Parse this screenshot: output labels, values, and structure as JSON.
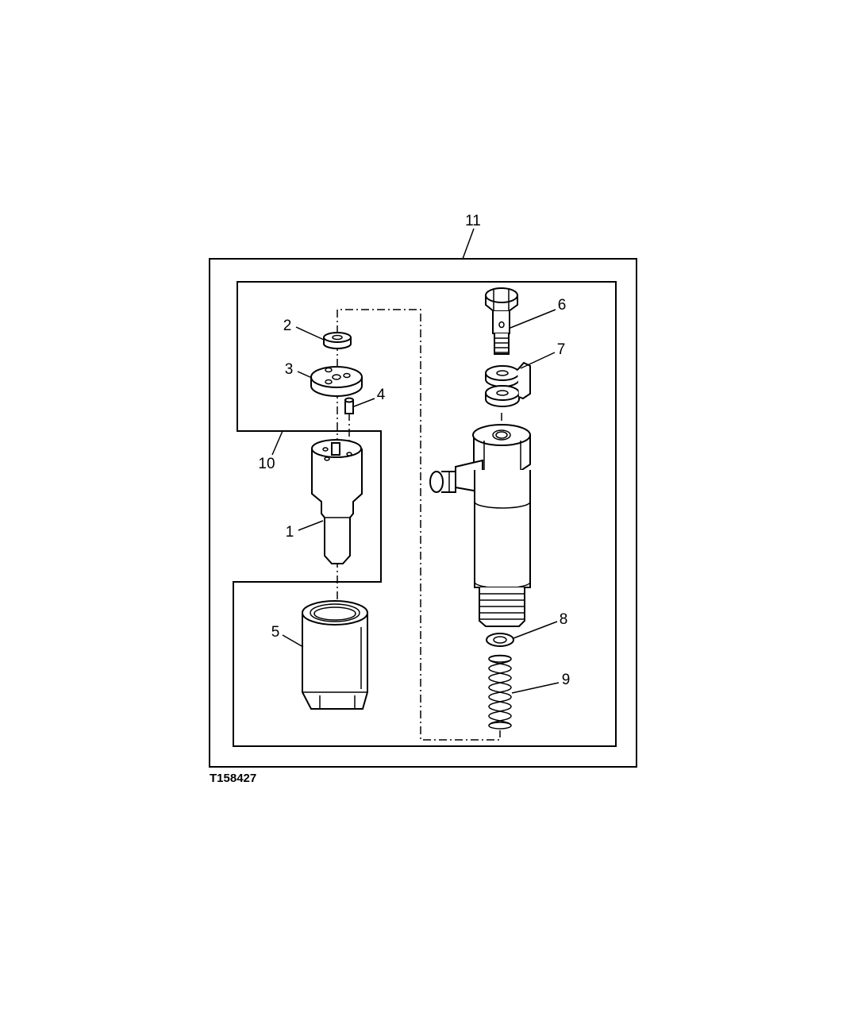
{
  "figure_id": "T158427",
  "callouts": {
    "c1": "1",
    "c2": "2",
    "c3": "3",
    "c4": "4",
    "c5": "5",
    "c6": "6",
    "c7": "7",
    "c8": "8",
    "c9": "9",
    "c10": "10",
    "c11": "11"
  }
}
